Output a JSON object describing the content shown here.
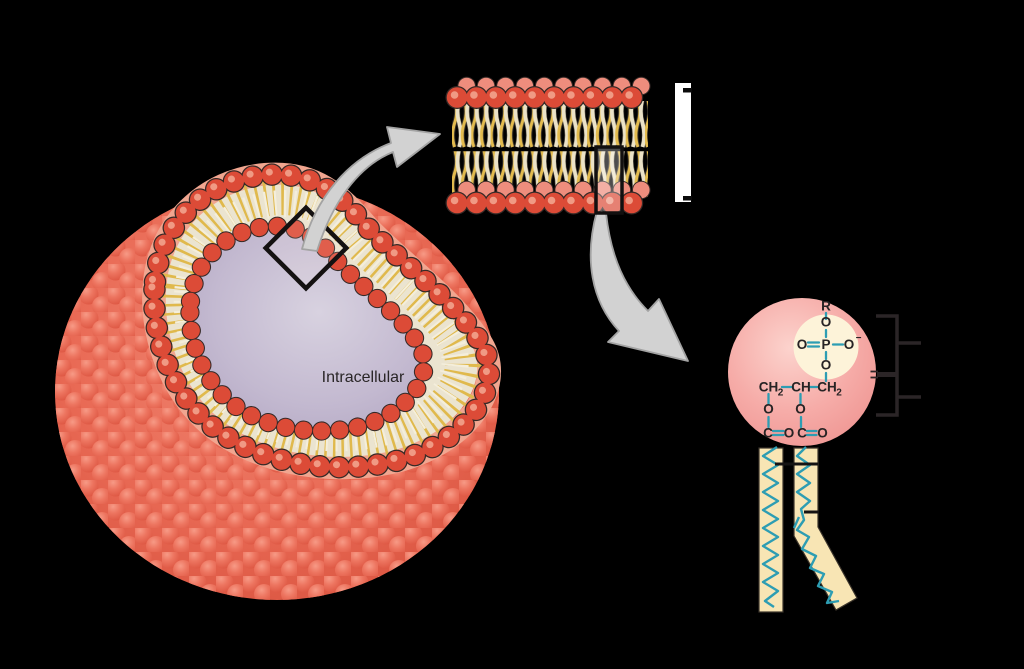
{
  "figure": {
    "description": "Phospholipid bilayer, liposome cross-section and phospholipid molecule diagram",
    "liposome": {
      "interior_label": "Intracellular"
    },
    "phospholipid": {
      "atoms": {
        "r_group": "R",
        "o_top": "O",
        "o_double": "O",
        "p": "P",
        "o_minus": "O",
        "o_minus_charge": "−",
        "o_below_p": "O",
        "ch2_left": "CH",
        "ch2_left_sub": "2",
        "ch_center": "CH",
        "ch2_right": "CH",
        "ch2_right_sub": "2",
        "o_ester_left": "O",
        "o_ester_right": "O",
        "c_left": "C",
        "o_carbonyl_left": "O",
        "c_right": "C",
        "o_carbonyl_right": "O"
      }
    },
    "colors": {
      "background": "#000000",
      "bead_red": "#dc4b37",
      "bead_salmon": "#ee8d7d",
      "bead_outline": "#362a27",
      "tail_yellow": "#e3bb4e",
      "tail_cream": "#ebe2c7",
      "sphere_salmon": "#ec6e5c",
      "interior_lavender": "#bfb5cc",
      "molecule_pink": "#f4a5a1",
      "phosphate_cream": "#fdf3d9",
      "bond_teal": "#2d9db3",
      "chem_text": "#272324",
      "label_black": "#2a2627",
      "fatty_acid_tan": "#f8e5b4",
      "arrow_gray": "#d2d2d2",
      "bracket_gray": "#2b2527"
    }
  }
}
